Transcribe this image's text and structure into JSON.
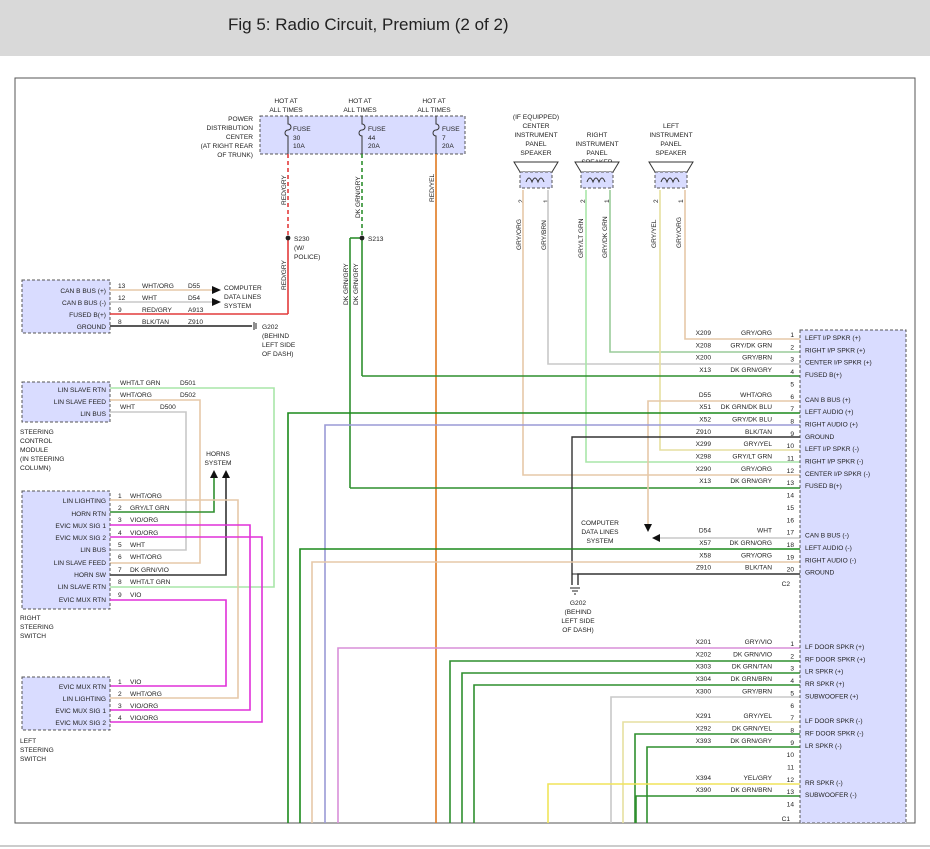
{
  "header": {
    "title": "Fig 5: Radio Circuit, Premium (2 of 2)"
  },
  "pdc": {
    "label": [
      "POWER",
      "DISTRIBUTION",
      "CENTER",
      "(AT RIGHT REAR",
      "OF TRUNK)"
    ],
    "fuses": [
      {
        "hot": [
          "HOT AT",
          "ALL TIMES"
        ],
        "fuse": [
          "FUSE",
          "30",
          "10A"
        ],
        "wire": "RED/GRY"
      },
      {
        "hot": [
          "HOT AT",
          "ALL TIMES"
        ],
        "fuse": [
          "FUSE",
          "44",
          "20A"
        ],
        "wire": "DK GRN/GRY"
      },
      {
        "hot": [
          "HOT AT",
          "ALL TIMES"
        ],
        "fuse": [
          "FUSE",
          "7",
          "20A"
        ],
        "wire": "RED/YEL"
      }
    ]
  },
  "splices": {
    "s230": [
      "S230",
      "(W/",
      "POLICE)"
    ],
    "s213": "S213",
    "g202a": [
      "G202",
      "(BEHIND",
      "LEFT SIDE",
      "OF DASH)"
    ],
    "g202b": [
      "G202",
      "(BEHIND",
      "LEFT SIDE",
      "OF DASH)"
    ]
  },
  "speakers": [
    {
      "label": [
        "(IF EQUIPPED)",
        "CENTER",
        "INSTRUMENT",
        "PANEL",
        "SPEAKER"
      ],
      "wires": [
        "GRY/ORG",
        "GRY/BRN"
      ]
    },
    {
      "label": [
        "RIGHT",
        "INSTRUMENT",
        "PANEL",
        "SPEAKER"
      ],
      "wires": [
        "GRY/LT GRN",
        "GRY/DK GRN"
      ]
    },
    {
      "label": [
        "LEFT",
        "INSTRUMENT",
        "PANEL",
        "SPEAKER"
      ],
      "wires": [
        "GRY/YEL",
        "GRY/ORG"
      ]
    }
  ],
  "pin_nums": [
    "2",
    "1"
  ],
  "scm": {
    "pins": [
      "CAN B BUS (+)",
      "CAN B BUS (-)",
      "FUSED B(+)",
      "GROUND",
      "LIN SLAVE RTN",
      "LIN SLAVE FEED",
      "LIN BUS"
    ],
    "caption": [
      "STEERING",
      "CONTROL",
      "MODULE",
      "(IN STEERING",
      "COLUMN)"
    ],
    "wires": [
      {
        "pin": "13",
        "color": "WHT/ORG",
        "circuit": "D55"
      },
      {
        "pin": "12",
        "color": "WHT",
        "circuit": "D54"
      },
      {
        "pin": "9",
        "color": "RED/GRY",
        "circuit": "A913"
      },
      {
        "pin": "8",
        "color": "BLK/TAN",
        "circuit": "Z910"
      },
      {
        "pin": "",
        "color": "WHT/LT GRN",
        "circuit": "D501"
      },
      {
        "pin": "",
        "color": "WHT/ORG",
        "circuit": "D502"
      },
      {
        "pin": "",
        "color": "WHT",
        "circuit": "D500"
      }
    ],
    "computer": [
      "COMPUTER",
      "DATA LINES",
      "SYSTEM"
    ]
  },
  "horns": [
    "HORNS",
    "SYSTEM"
  ],
  "rss": {
    "pins": [
      "LIN LIGHTING",
      "HORN RTN",
      "EVIC MUX SIG 1",
      "EVIC MUX SIG 2",
      "LIN BUS",
      "LIN SLAVE FEED",
      "HORN SW",
      "LIN SLAVE RTN",
      "EVIC MUX RTN"
    ],
    "nums": [
      "1",
      "2",
      "3",
      "4",
      "5",
      "6",
      "7",
      "8",
      "9"
    ],
    "colors": [
      "WHT/ORG",
      "GRY/LT GRN",
      "VIO/ORG",
      "VIO/ORG",
      "WHT",
      "WHT/ORG",
      "DK GRN/VIO",
      "WHT/LT GRN",
      "VIO"
    ],
    "caption": [
      "RIGHT",
      "STEERING",
      "SWITCH"
    ]
  },
  "lss": {
    "pins": [
      "EVIC MUX RTN",
      "LIN LIGHTING",
      "EVIC MUX SIG 1",
      "EVIC MUX SIG 2"
    ],
    "nums": [
      "1",
      "2",
      "3",
      "4"
    ],
    "colors": [
      "VIO",
      "WHT/ORG",
      "VIO/ORG",
      "VIO/ORG"
    ],
    "caption": [
      "LEFT",
      "STEERING",
      "SWITCH"
    ]
  },
  "radio_c2": {
    "rows": [
      {
        "circuit": "X209",
        "color": "GRY/ORG",
        "pin": "1",
        "label": "LEFT I/P SPKR (+)"
      },
      {
        "circuit": "X208",
        "color": "GRY/DK GRN",
        "pin": "2",
        "label": "RIGHT I/P SPKR (+)"
      },
      {
        "circuit": "X200",
        "color": "GRY/BRN",
        "pin": "3",
        "label": "CENTER I/P SPKR (+)"
      },
      {
        "circuit": "X13",
        "color": "DK GRN/GRY",
        "pin": "4",
        "label": "FUSED B(+)"
      },
      {
        "circuit": "",
        "color": "",
        "pin": "5",
        "label": ""
      },
      {
        "circuit": "D55",
        "color": "WHT/ORG",
        "pin": "6",
        "label": "CAN B BUS (+)"
      },
      {
        "circuit": "X51",
        "color": "DK GRN/DK BLU",
        "pin": "7",
        "label": "LEFT AUDIO (+)"
      },
      {
        "circuit": "X52",
        "color": "GRY/DK BLU",
        "pin": "8",
        "label": "RIGHT AUDIO (+)"
      },
      {
        "circuit": "Z910",
        "color": "BLK/TAN",
        "pin": "9",
        "label": "GROUND"
      },
      {
        "circuit": "X299",
        "color": "GRY/YEL",
        "pin": "10",
        "label": "LEFT I/P SPKR (-)"
      },
      {
        "circuit": "X298",
        "color": "GRY/LT GRN",
        "pin": "11",
        "label": "RIGHT I/P SPKR (-)"
      },
      {
        "circuit": "X290",
        "color": "GRY/ORG",
        "pin": "12",
        "label": "CENTER I/P SPKR (-)"
      },
      {
        "circuit": "X13",
        "color": "DK GRN/GRY",
        "pin": "13",
        "label": "FUSED B(+)"
      },
      {
        "circuit": "",
        "color": "",
        "pin": "14",
        "label": ""
      },
      {
        "circuit": "",
        "color": "",
        "pin": "15",
        "label": ""
      },
      {
        "circuit": "",
        "color": "",
        "pin": "16",
        "label": ""
      },
      {
        "circuit": "D54",
        "color": "WHT",
        "pin": "17",
        "label": "CAN B BUS (-)"
      },
      {
        "circuit": "X57",
        "color": "DK GRN/ORG",
        "pin": "18",
        "label": "LEFT AUDIO (-)"
      },
      {
        "circuit": "X58",
        "color": "GRY/ORG",
        "pin": "19",
        "label": "RIGHT AUDIO (-)"
      },
      {
        "circuit": "Z910",
        "color": "BLK/TAN",
        "pin": "20",
        "label": "GROUND"
      }
    ],
    "conn": "C2",
    "computer": [
      "COMPUTER",
      "DATA LINES",
      "SYSTEM"
    ]
  },
  "radio_c1": {
    "rows": [
      {
        "circuit": "X201",
        "color": "GRY/VIO",
        "pin": "1",
        "label": "LF DOOR SPKR (+)"
      },
      {
        "circuit": "X202",
        "color": "DK GRN/VIO",
        "pin": "2",
        "label": "RF DOOR SPKR (+)"
      },
      {
        "circuit": "X303",
        "color": "DK GRN/TAN",
        "pin": "3",
        "label": "LR SPKR (+)"
      },
      {
        "circuit": "X304",
        "color": "DK GRN/BRN",
        "pin": "4",
        "label": "RR SPKR (+)"
      },
      {
        "circuit": "X300",
        "color": "GRY/BRN",
        "pin": "5",
        "label": "SUBWOOFER (+)"
      },
      {
        "circuit": "",
        "color": "",
        "pin": "6",
        "label": ""
      },
      {
        "circuit": "X291",
        "color": "GRY/YEL",
        "pin": "7",
        "label": "LF DOOR SPKR (-)"
      },
      {
        "circuit": "X292",
        "color": "DK GRN/YEL",
        "pin": "8",
        "label": "RF DOOR SPKR (-)"
      },
      {
        "circuit": "X393",
        "color": "DK GRN/GRY",
        "pin": "9",
        "label": "LR SPKR (-)"
      },
      {
        "circuit": "",
        "color": "",
        "pin": "10",
        "label": ""
      },
      {
        "circuit": "",
        "color": "",
        "pin": "11",
        "label": ""
      },
      {
        "circuit": "X394",
        "color": "YEL/GRY",
        "pin": "12",
        "label": "RR SPKR (-)"
      },
      {
        "circuit": "X390",
        "color": "DK GRN/BRN",
        "pin": "13",
        "label": "SUBWOOFER (-)"
      },
      {
        "circuit": "",
        "color": "",
        "pin": "14",
        "label": ""
      }
    ],
    "conn": "C1"
  },
  "colors": {
    "red": "#e23b3b",
    "darkgreen": "#2f8f2f",
    "green": "#1c8a1c",
    "tan": "#e6c8a8",
    "lightgreen": "#a9e6a9",
    "gray": "#c8c8c8",
    "orange": "#e07a1f",
    "violet": "#d98fd9",
    "magenta": "#e030d8",
    "black": "#222222",
    "blue": "#9a9ad6",
    "yellow": "#f0e45a",
    "box": "#d9dcff"
  }
}
